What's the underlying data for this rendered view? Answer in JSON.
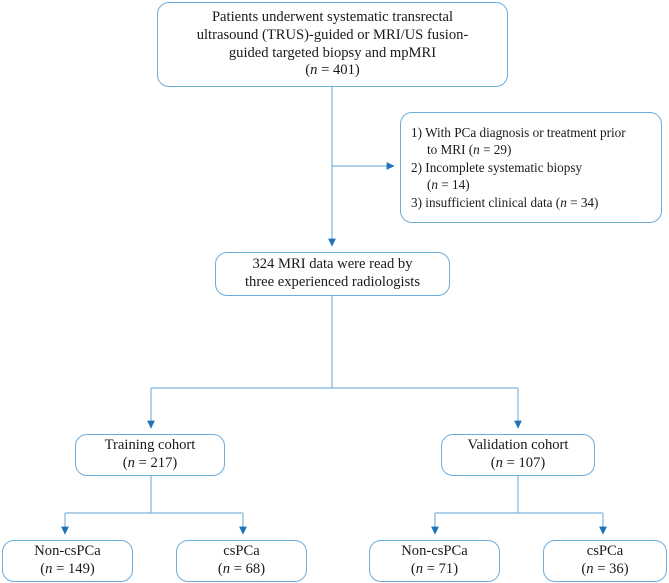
{
  "diagram": {
    "type": "flowchart",
    "title": "Patient enrollment flow diagram",
    "colors": {
      "box_border": "#6aaddf",
      "connector_line": "#7eb5dd",
      "arrow_head": "#1f72b8",
      "text": "#1a1a1a",
      "background": "#ffffff"
    },
    "nodes": {
      "enrollment": {
        "name": "enrollment-box",
        "lines": [
          "Patients underwent systematic transrectal",
          "ultrasound (TRUS)-guided or MRI/US fusion-",
          "guided targeted biopsy and mpMRI"
        ],
        "count_prefix": "(",
        "count_var": "n",
        "count_eq": " = ",
        "count_value": "401",
        "count_suffix": ")"
      },
      "exclusions": {
        "name": "exclusion-criteria-box",
        "items": [
          {
            "marker": "1)",
            "text": "With PCa diagnosis or treatment prior",
            "text2": "to MRI",
            "count_open": "(",
            "count_var": "n",
            "count_eq": " = ",
            "count_value": "29",
            "count_close": ")"
          },
          {
            "marker": "2)",
            "text": "Incomplete systematic biopsy",
            "text2": "",
            "count_open": "(",
            "count_var": "n",
            "count_eq": " = ",
            "count_value": "14",
            "count_close": ")"
          },
          {
            "marker": "3)",
            "text": "insufficient clinical data",
            "text2": "",
            "count_open": "(",
            "count_var": "n",
            "count_eq": " = ",
            "count_value": "34",
            "count_close": ")"
          }
        ]
      },
      "reading": {
        "name": "mri-reading-box",
        "line1": "324 MRI data were read by",
        "line2": "three experienced radiologists"
      },
      "training_cohort": {
        "name": "training-cohort-box",
        "label": "Training cohort",
        "count_open": "(",
        "count_var": "n",
        "count_eq": " = ",
        "count_value": "217",
        "count_close": ")"
      },
      "validation_cohort": {
        "name": "validation-cohort-box",
        "label": "Validation cohort",
        "count_open": "(",
        "count_var": "n",
        "count_eq": " = ",
        "count_value": "107",
        "count_close": ")"
      },
      "train_non_cspca": {
        "name": "training-non-cspca-box",
        "label": "Non-csPCa",
        "count_open": "(",
        "count_var": "n",
        "count_eq": " = ",
        "count_value": "149",
        "count_close": ")"
      },
      "train_cspca": {
        "name": "training-cspca-box",
        "label": "csPCa",
        "count_open": "(",
        "count_var": "n",
        "count_eq": " = ",
        "count_value": "68",
        "count_close": ")"
      },
      "valid_non_cspca": {
        "name": "validation-non-cspca-box",
        "label": "Non-csPCa",
        "count_open": "(",
        "count_var": "n",
        "count_eq": " = ",
        "count_value": "71",
        "count_close": ")"
      },
      "valid_cspca": {
        "name": "validation-cspca-box",
        "label": "csPCa",
        "count_open": "(",
        "count_var": "n",
        "count_eq": " = ",
        "count_value": "36",
        "count_close": ")"
      }
    }
  }
}
